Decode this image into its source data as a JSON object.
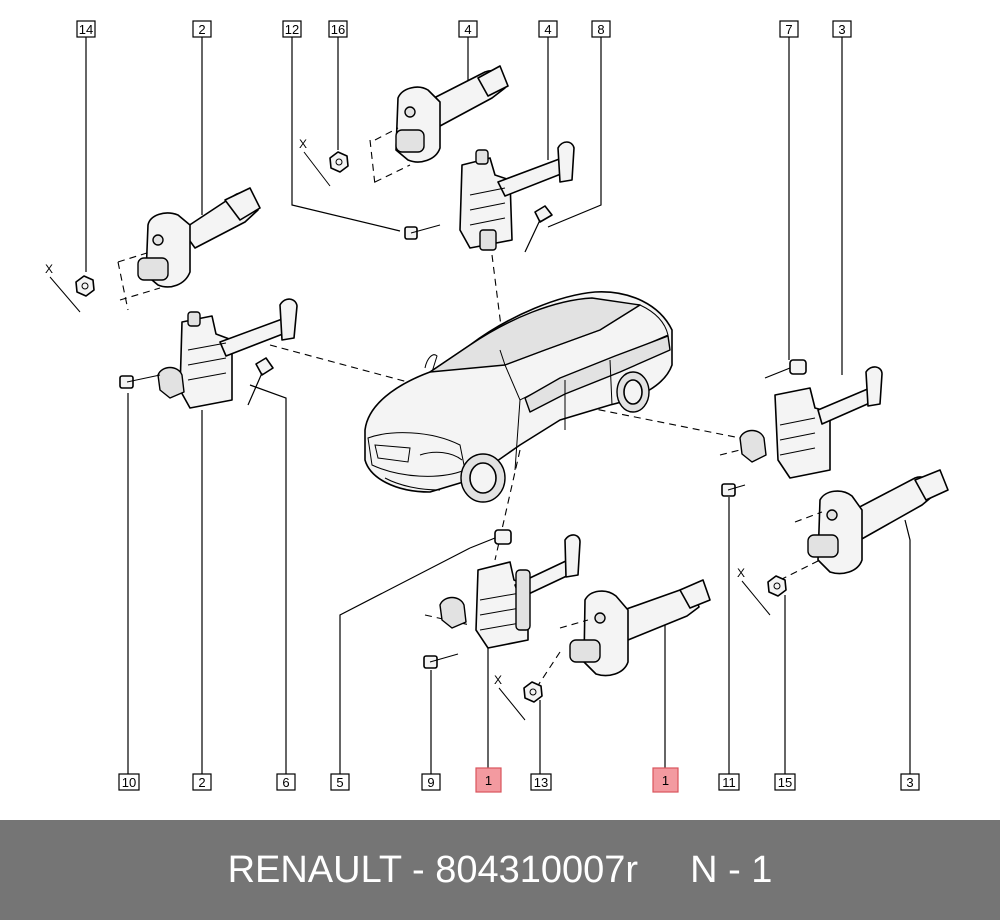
{
  "callouts": {
    "c14": "14",
    "c2top": "2",
    "c12": "12",
    "c16": "16",
    "c4a": "4",
    "c4b": "4",
    "c8": "8",
    "c7": "7",
    "c3top": "3",
    "c10": "10",
    "c2bot": "2",
    "c6": "6",
    "c5": "5",
    "c9": "9",
    "c1a": "1",
    "c13": "13",
    "c1b": "1",
    "c11": "11",
    "c15": "15",
    "c3bot": "3"
  },
  "x_marks": {
    "a": "X",
    "b": "X",
    "c": "X",
    "d": "X"
  },
  "footer": {
    "brand_part": "RENAULT - 804310007r",
    "ref": "N - 1"
  },
  "colors": {
    "highlight": "#f39aa0",
    "footer_bg": "#757575"
  }
}
